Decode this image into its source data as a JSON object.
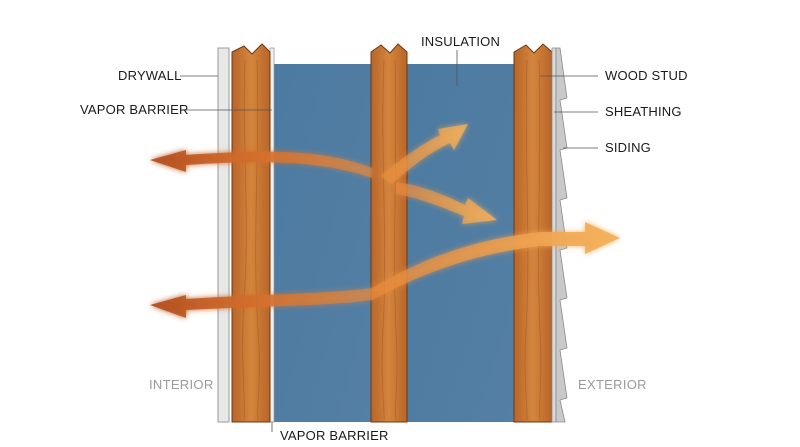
{
  "labels": {
    "drywall": "DRYWALL",
    "vapor_barrier_top": "VAPOR BARRIER",
    "vapor_barrier_bottom": "VAPOR BARRIER",
    "insulation": "INSULATION",
    "wood_stud": "WOOD STUD",
    "sheathing": "SHEATHING",
    "siding": "SIDING",
    "interior": "INTERIOR",
    "exterior": "EXTERIOR"
  },
  "colors": {
    "wood": "#c8742e",
    "insulation": "#4f7ea3",
    "drywall": "#e6e6e6",
    "arrow_dark": "#b85a22",
    "arrow_light": "#f2b25a"
  }
}
